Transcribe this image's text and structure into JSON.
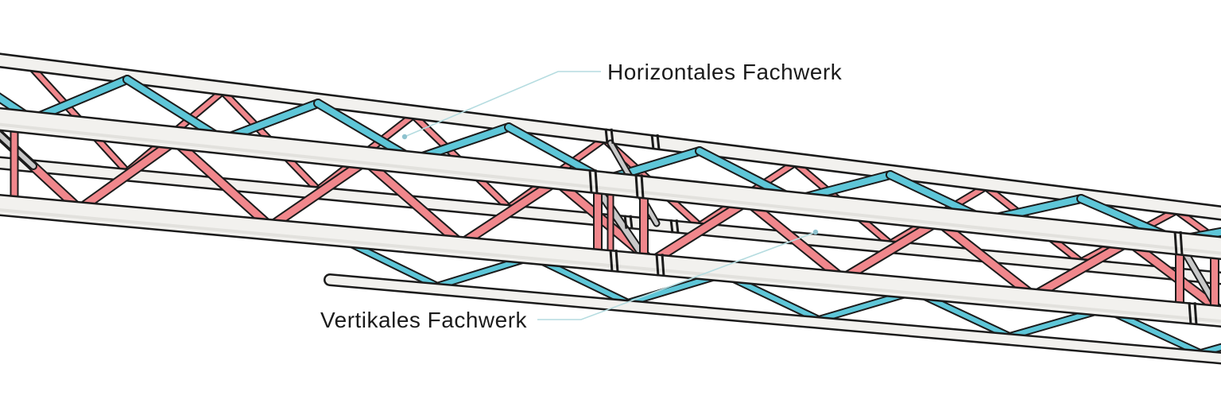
{
  "figure": {
    "kind": "technical illustration",
    "subject": "Gittermast-Fachwerk (lattice boom truss), perspective view"
  },
  "labels": {
    "horizontal": {
      "text": "Horizontales Fachwerk"
    },
    "vertical": {
      "text": "Vertikales Fachwerk"
    }
  },
  "colors": {
    "background": "#ffffff",
    "chord_fill": "#f2f1ee",
    "chord_shade": "#e2e1dd",
    "outline": "#1b1b1b",
    "diagonal_blue": "#5ec6d8",
    "diagonal_red": "#f0878c",
    "joint_gray": "#c9c9c9",
    "leader_line": "#b5dce0",
    "leader_dot": "#8fc3cf",
    "text": "#1b1b1b"
  }
}
